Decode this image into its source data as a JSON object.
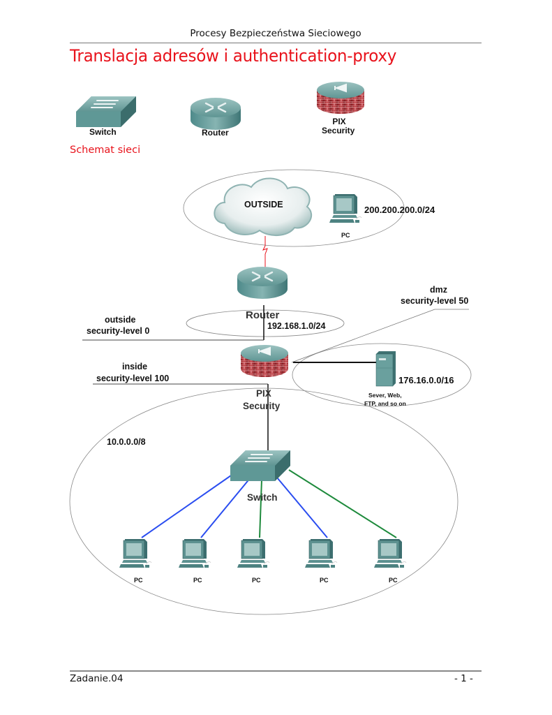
{
  "header": {
    "running_title": "Procesy Bezpieczeństwa Sieciowego"
  },
  "page_title": "Translacja adresów i authentication-proxy",
  "legend": {
    "switch_label": "Switch",
    "router_label": "Router",
    "pix_label_line1": "PIX",
    "pix_label_line2": "Security"
  },
  "section_title": "Schemat sieci",
  "diagram": {
    "outside_cloud_label": "OUTSIDE",
    "outside_pc_label": "PC",
    "outside_network": "200.200.200.0/24",
    "router_label": "Router",
    "router_network": "192.168.1.0/24",
    "outside_iface_line1": "outside",
    "outside_iface_line2": "security-level 0",
    "dmz_iface_line1": "dmz",
    "dmz_iface_line2": "security-level 50",
    "inside_iface_line1": "inside",
    "inside_iface_line2": "security-level 100",
    "pix_label_line1": "PIX",
    "pix_label_line2": "Security",
    "dmz_network": "176.16.0.0/16",
    "dmz_server_line1": "Sever, Web,",
    "dmz_server_line2": "FTP, and so on",
    "inside_network": "10.0.0.0/8",
    "switch_label": "Switch",
    "inside_pcs": [
      {
        "label": "PC",
        "link_color": "#2a4df0"
      },
      {
        "label": "PC",
        "link_color": "#2a4df0"
      },
      {
        "label": "PC",
        "link_color": "#1e8a3c"
      },
      {
        "label": "PC",
        "link_color": "#2a4df0"
      },
      {
        "label": "PC",
        "link_color": "#1e8a3c"
      }
    ],
    "serial_link_color": "#e8121b"
  },
  "footer": {
    "left": "Zadanie.04",
    "page_number": "- 1 -"
  }
}
